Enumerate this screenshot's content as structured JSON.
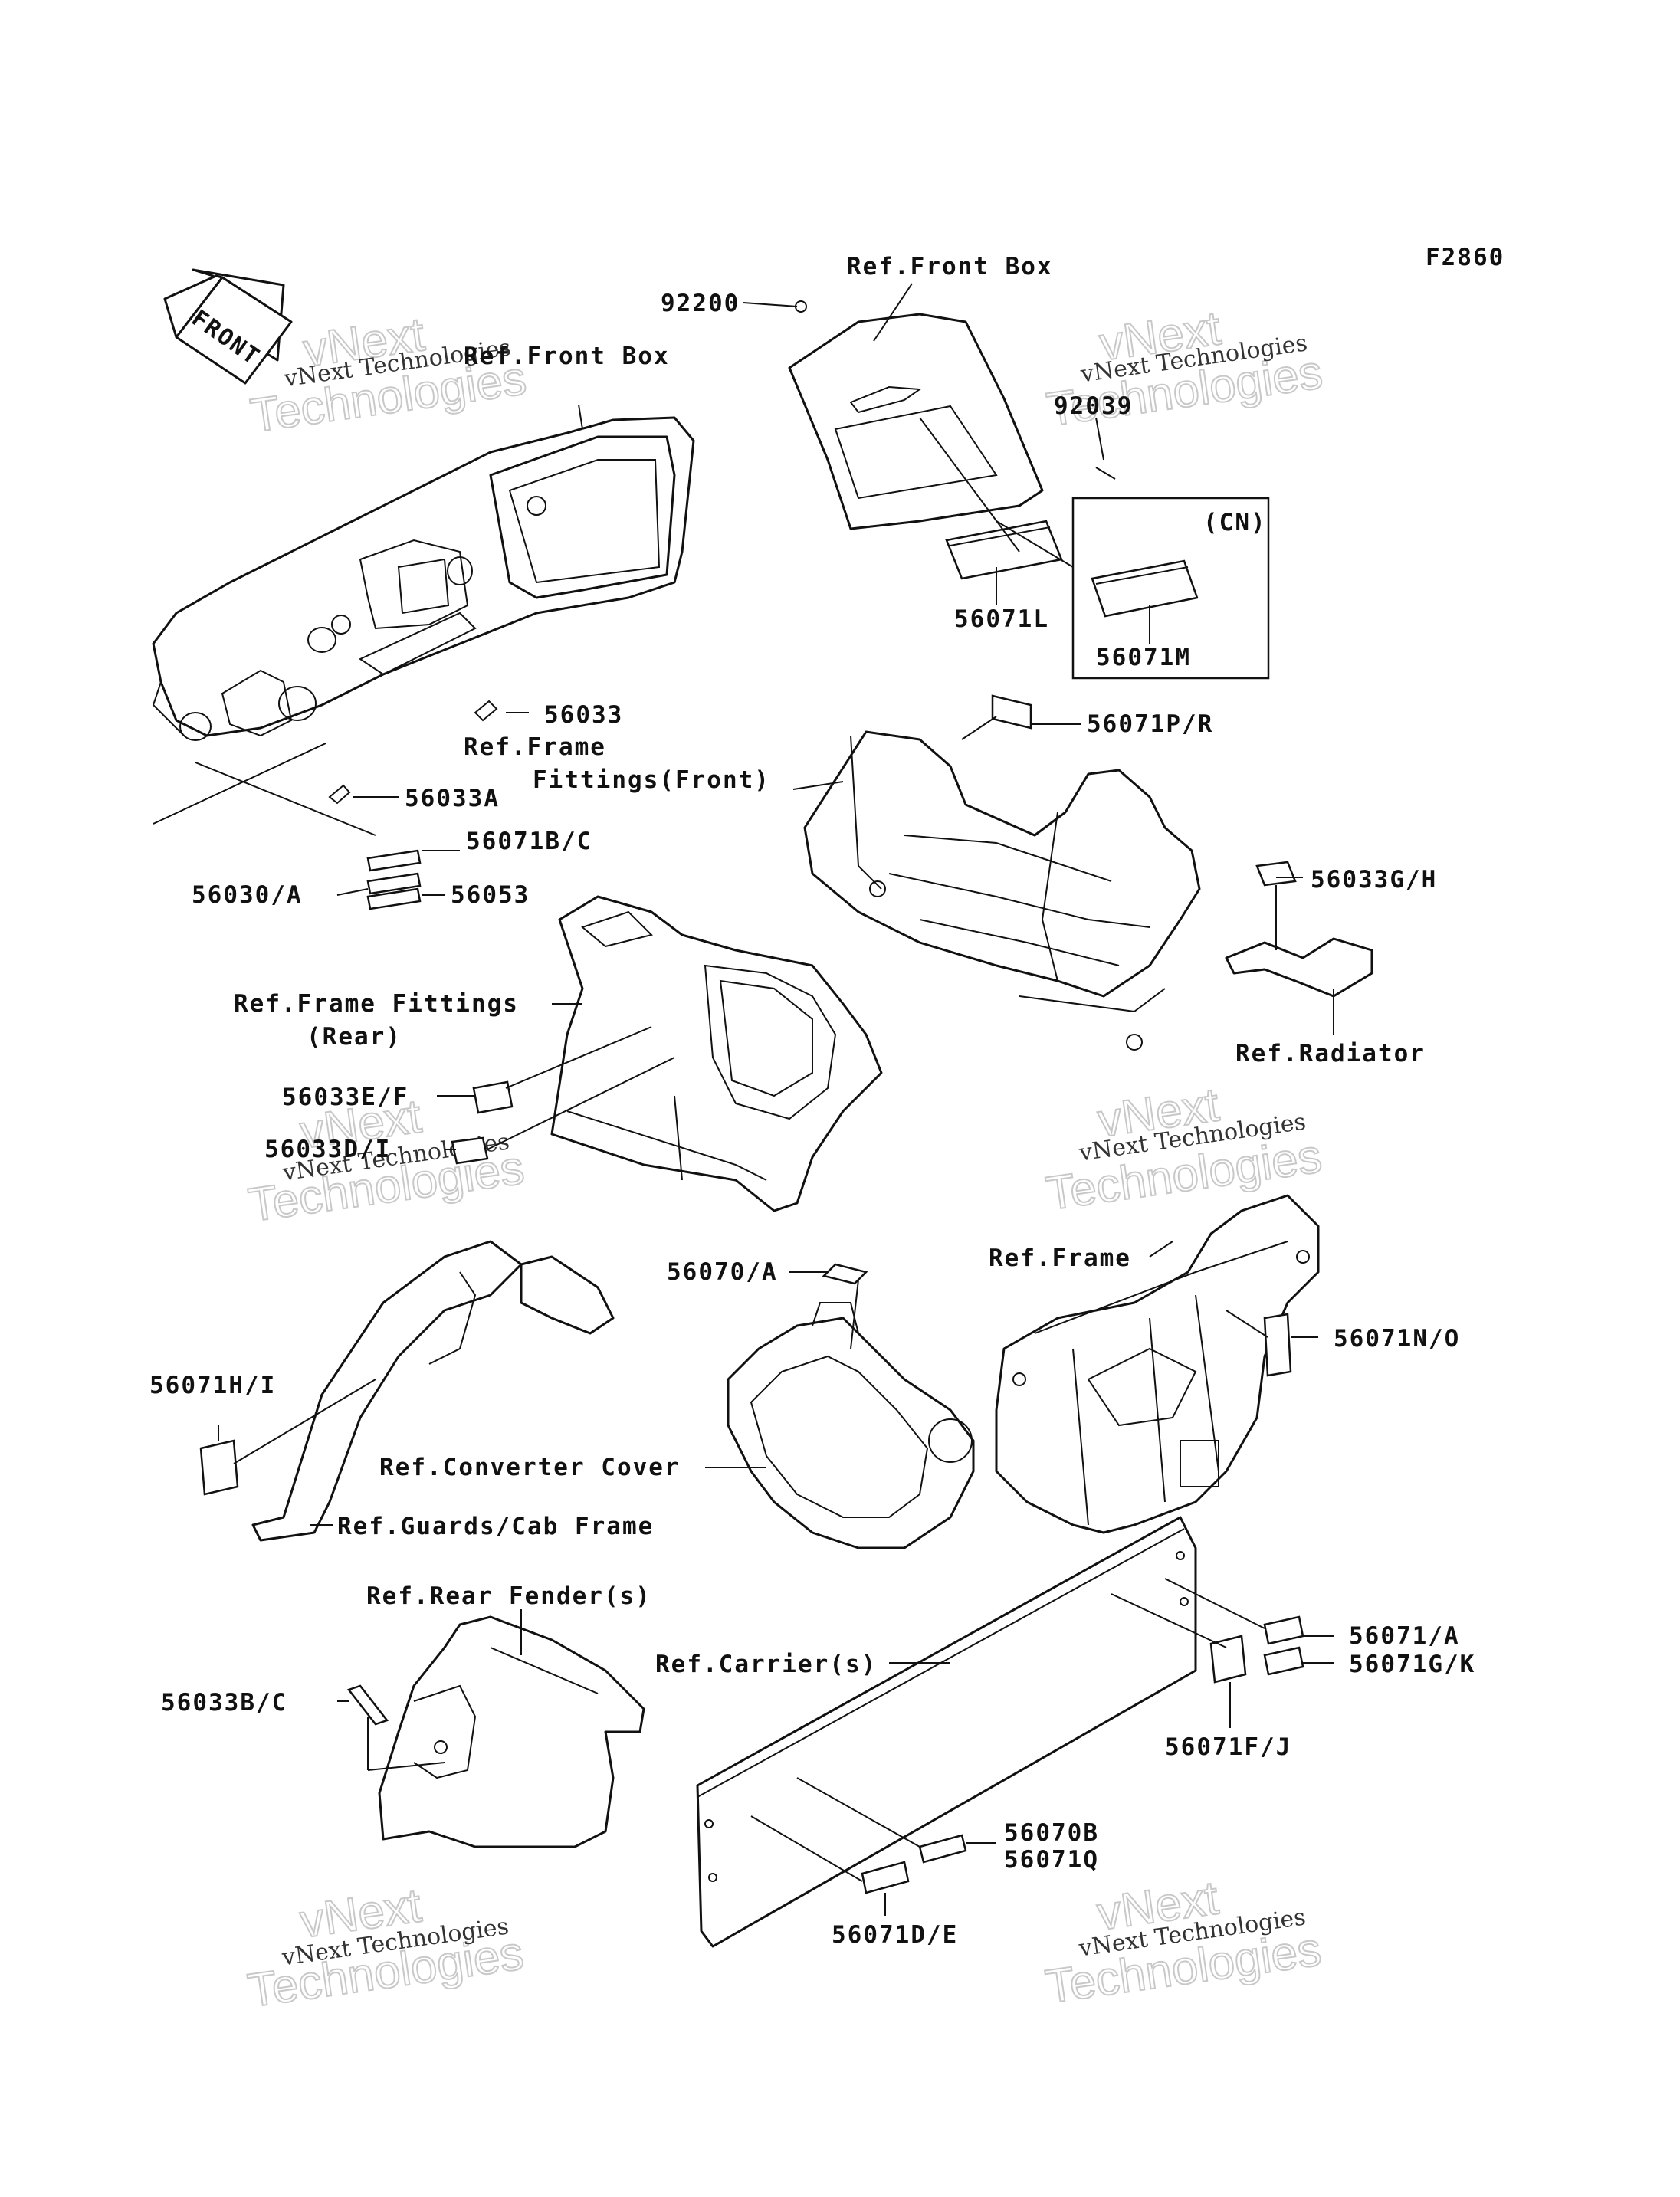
{
  "figure_code": "F2860",
  "front_arrow": {
    "label": "FRONT",
    "icon": "front-direction-arrow-icon"
  },
  "watermark": {
    "small": "vNext Technologies",
    "big_line1": "vNext",
    "big_line2": "Technologies"
  },
  "labels": {
    "ref_front_box_top": "Ref.Front Box",
    "ref_front_box_left": "Ref.Front Box",
    "p92200": "92200",
    "p92039": "92039",
    "cn": "(CN)",
    "p56071L": "56071L",
    "p56071M": "56071M",
    "p56033": "56033",
    "ref_frame_fittings_front_1": "Ref.Frame",
    "ref_frame_fittings_front_2": "Fittings(Front)",
    "p56033A": "56033A",
    "p56071PR": "56071P/R",
    "p56071BC": "56071B/C",
    "p56030A": "56030/A",
    "p56053": "56053",
    "p56033GH": "56033G/H",
    "ref_radiator": "Ref.Radiator",
    "ref_frame_fittings_rear_1": "Ref.Frame Fittings",
    "ref_frame_fittings_rear_2": "(Rear)",
    "p56033EF": "56033E/F",
    "p56033DI": "56033D/I",
    "p56070A": "56070/A",
    "ref_frame": "Ref.Frame",
    "p56071NO": "56071N/O",
    "p56071HI": "56071H/I",
    "ref_converter_cover": "Ref.Converter Cover",
    "ref_guards_cab_frame": "Ref.Guards/Cab Frame",
    "ref_rear_fenders": "Ref.Rear Fender(s)",
    "p56033BC": "56033B/C",
    "ref_carriers": "Ref.Carrier(s)",
    "p56071A": "56071/A",
    "p56071GK": "56071G/K",
    "p56071FJ": "56071F/J",
    "p56070B": "56070B",
    "p56071Q": "56071Q",
    "p56071DE": "56071D/E"
  }
}
